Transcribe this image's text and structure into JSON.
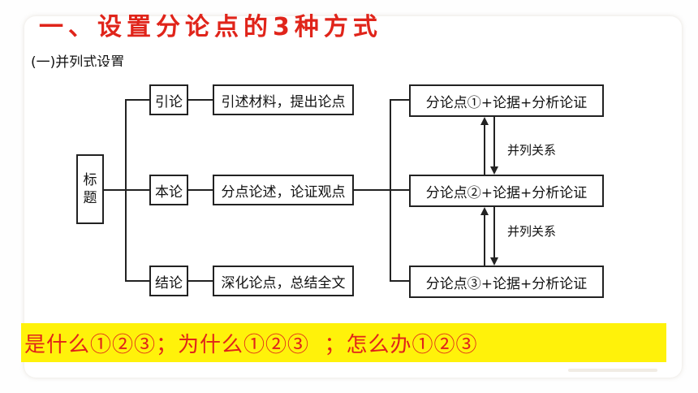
{
  "slide": {
    "title": "一、设置分论点的3种方式",
    "subtitle": "(一)并列式设置"
  },
  "diagram": {
    "root": [
      "标",
      "题"
    ],
    "sections": [
      {
        "label": "引论",
        "description": "引述材料，提出论点"
      },
      {
        "label": "本论",
        "description": "分点论述，论证观点"
      },
      {
        "label": "结论",
        "description": "深化论点，总结全文"
      }
    ],
    "subpoints": [
      "分论点①+论据+分析论证",
      "分论点②+论据+分析论证",
      "分论点③+论据+分析论证"
    ],
    "relations": [
      "并列关系",
      "并列关系"
    ]
  },
  "banner": {
    "text": "是什么①②③；为什么①②③  ；怎么办①②③"
  }
}
